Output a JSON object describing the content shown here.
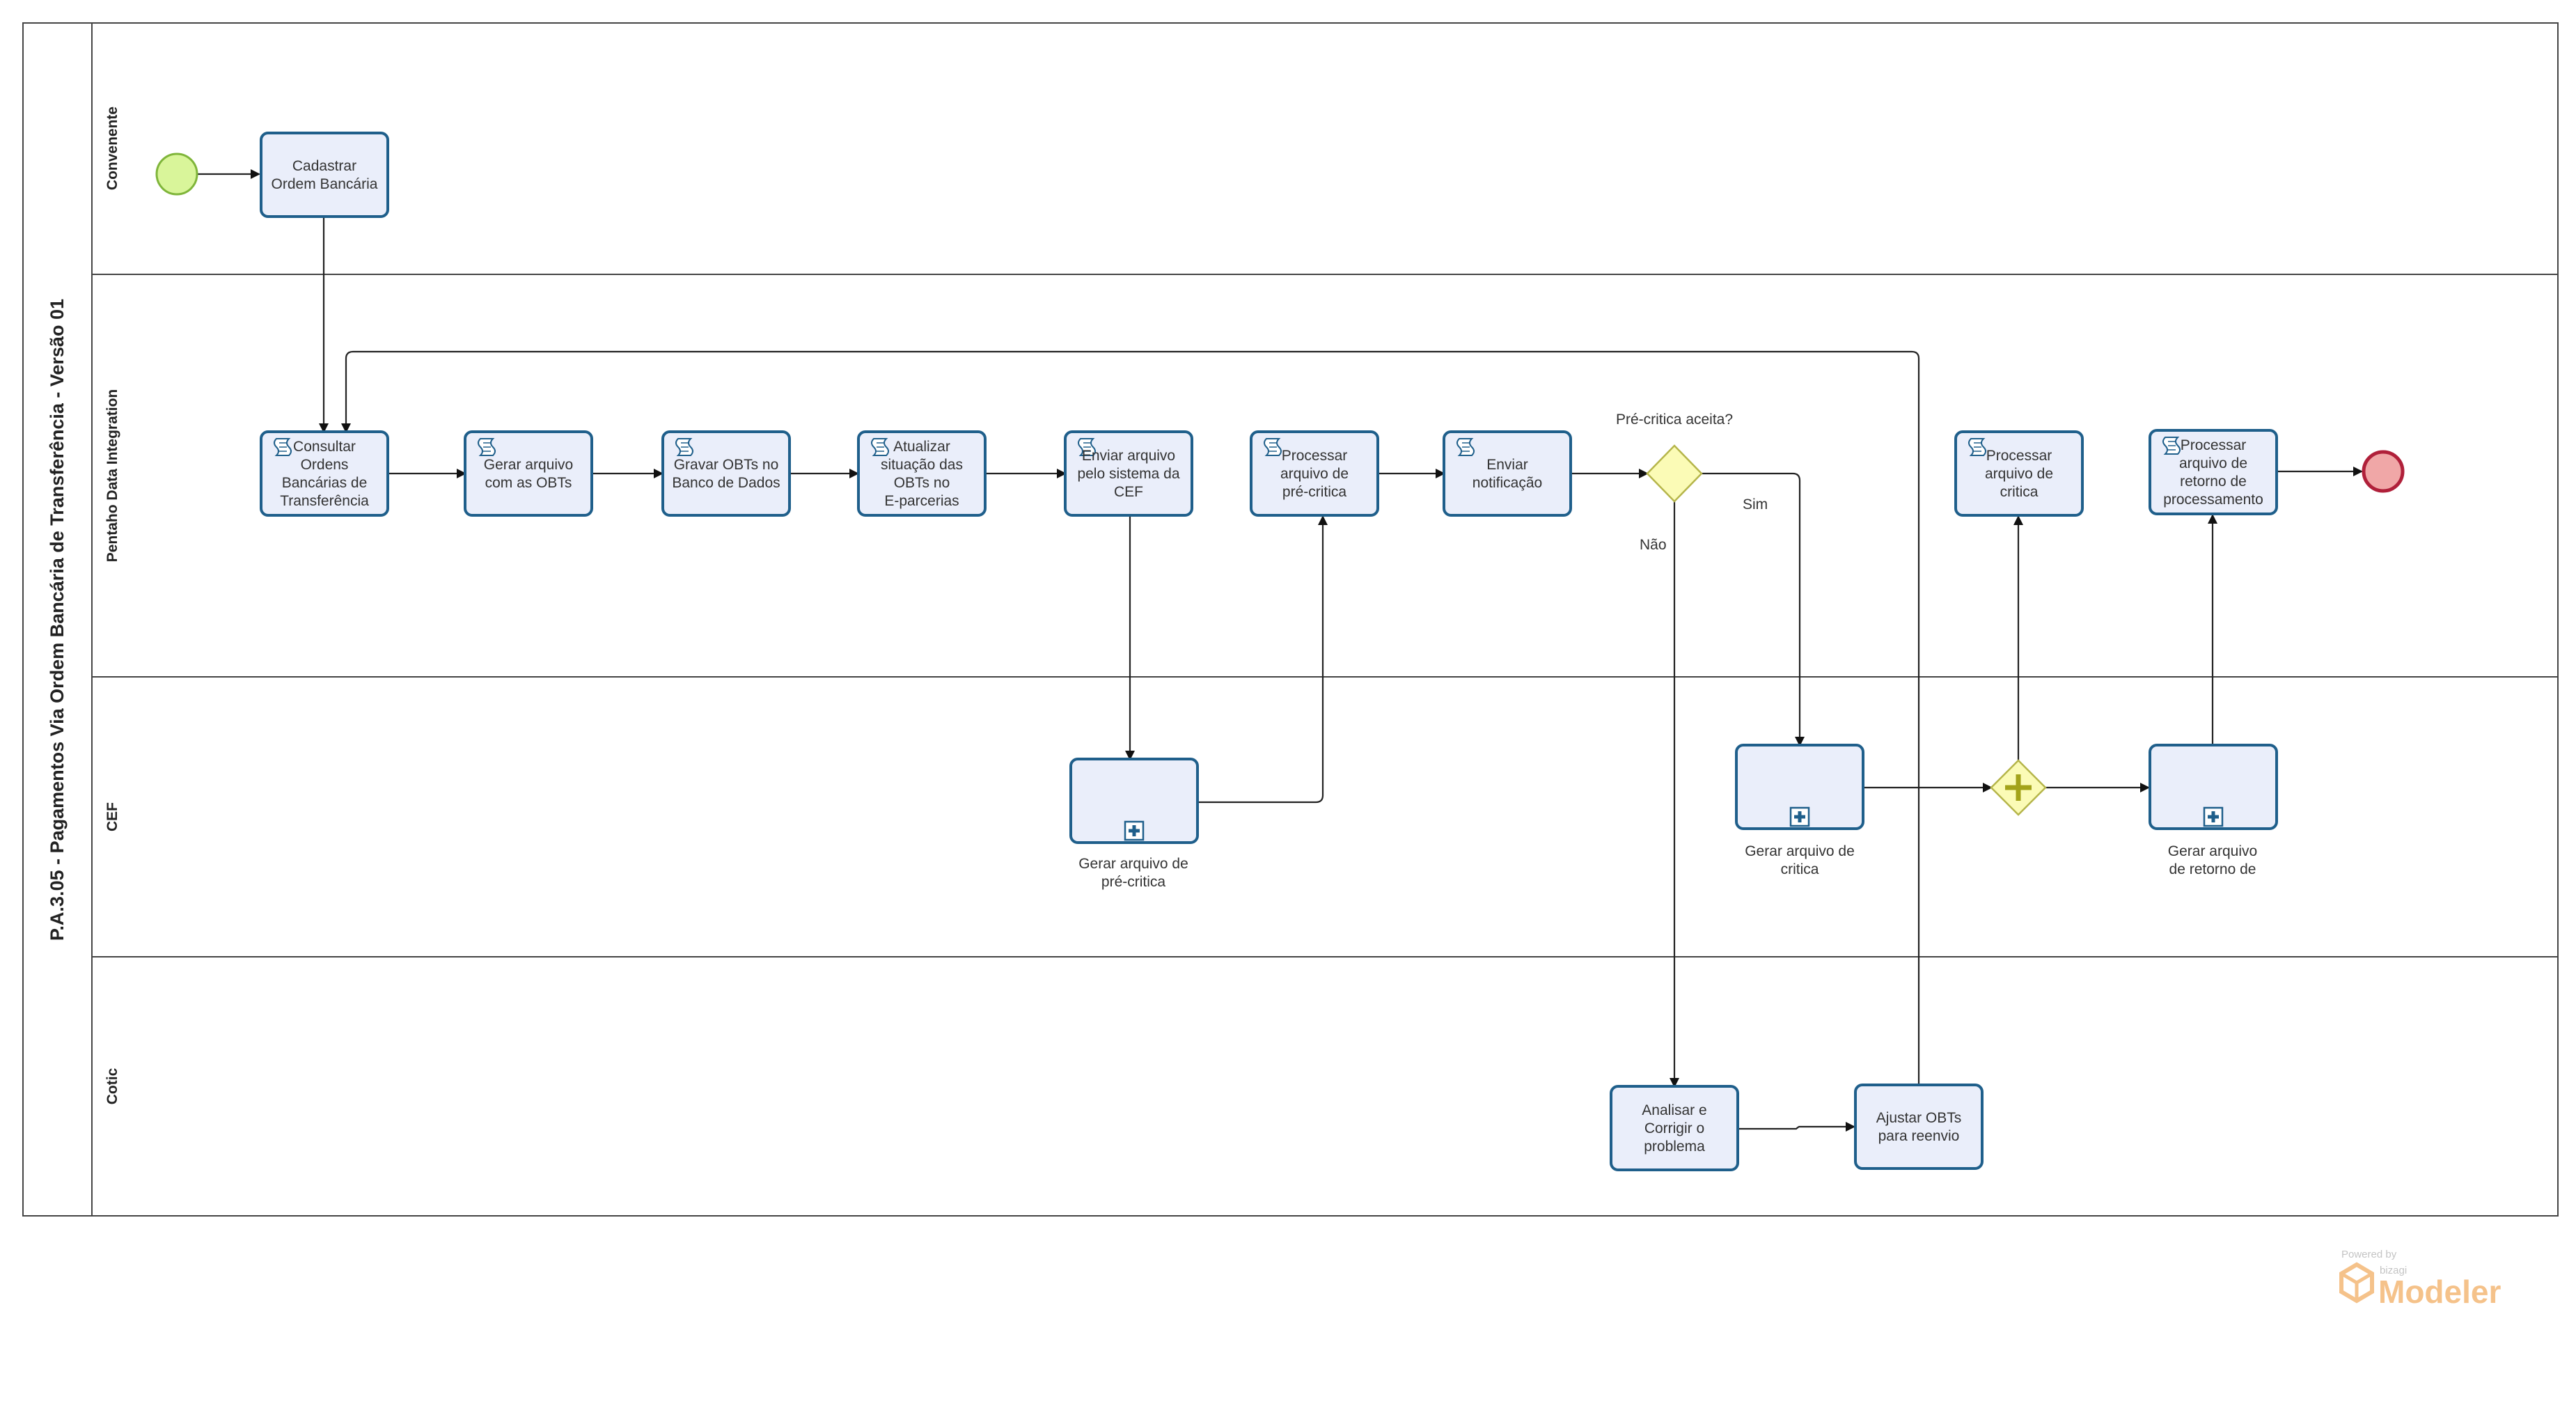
{
  "pool": {
    "title": "P.A.3.05 - Pagamentos Via Ordem Bancária de Transferência - Versão 01"
  },
  "lanes": [
    {
      "id": "convenente",
      "label": "Convenente"
    },
    {
      "id": "pentaho",
      "label": "Pentaho Data Integration"
    },
    {
      "id": "cef",
      "label": "CEF"
    },
    {
      "id": "cotic",
      "label": "Cotic"
    }
  ],
  "tasks": {
    "cadastrar": {
      "lines": [
        "Cadastrar",
        "Ordem Bancária"
      ],
      "type": "plain"
    },
    "consultar": {
      "lines": [
        "Consultar",
        "Ordens",
        "Bancárias de",
        "Transferência"
      ],
      "type": "script"
    },
    "gerar_obts": {
      "lines": [
        "Gerar arquivo",
        "com as OBTs"
      ],
      "type": "script"
    },
    "gravar": {
      "lines": [
        "Gravar OBTs no",
        "Banco de Dados"
      ],
      "type": "script"
    },
    "atualizar": {
      "lines": [
        "Atualizar",
        "situação das",
        "OBTs no",
        "E-parcerias"
      ],
      "type": "script"
    },
    "enviar_arquivo": {
      "lines": [
        "Enviar arquivo",
        "pelo sistema da",
        "CEF"
      ],
      "type": "script"
    },
    "processar_pre": {
      "lines": [
        "Processar",
        "arquivo de",
        "pré-critica"
      ],
      "type": "script"
    },
    "enviar_notif": {
      "lines": [
        "Enviar",
        "notificação"
      ],
      "type": "script"
    },
    "processar_critica": {
      "lines": [
        "Processar",
        "arquivo de",
        "critica"
      ],
      "type": "script"
    },
    "processar_retorno": {
      "lines": [
        "Processar",
        "arquivo de",
        "retorno de",
        "processamento"
      ],
      "type": "script"
    },
    "analisar": {
      "lines": [
        "Analisar e",
        "Corrigir o",
        "problema"
      ],
      "type": "plain"
    },
    "ajustar": {
      "lines": [
        "Ajustar OBTs",
        "para reenvio"
      ],
      "type": "plain"
    }
  },
  "subprocesses": {
    "gerar_pre": {
      "lines": [
        "Gerar arquivo de",
        "pré-critica"
      ]
    },
    "gerar_critica": {
      "lines": [
        "Gerar arquivo de",
        "critica"
      ]
    },
    "gerar_retorno": {
      "lines": [
        "Gerar arquivo",
        "de retorno de"
      ]
    }
  },
  "gateway": {
    "question": "Pré-critica aceita?",
    "yes_label": "Sim",
    "no_label": "Não"
  },
  "watermark": {
    "powered_by": "Powered by",
    "brand_small": "bizagi",
    "brand": "Modeler"
  },
  "colors": {
    "task_fill": "#eaeefa",
    "task_stroke": "#1f5f8b",
    "start_fill": "#d9f59a",
    "start_stroke": "#7fb53a",
    "end_fill": "#f0a7a7",
    "end_stroke": "#b0203a",
    "gateway_fill": "#fbfbb6",
    "gateway_stroke": "#b5b54a",
    "line": "#222222",
    "pool_line": "#444444"
  }
}
